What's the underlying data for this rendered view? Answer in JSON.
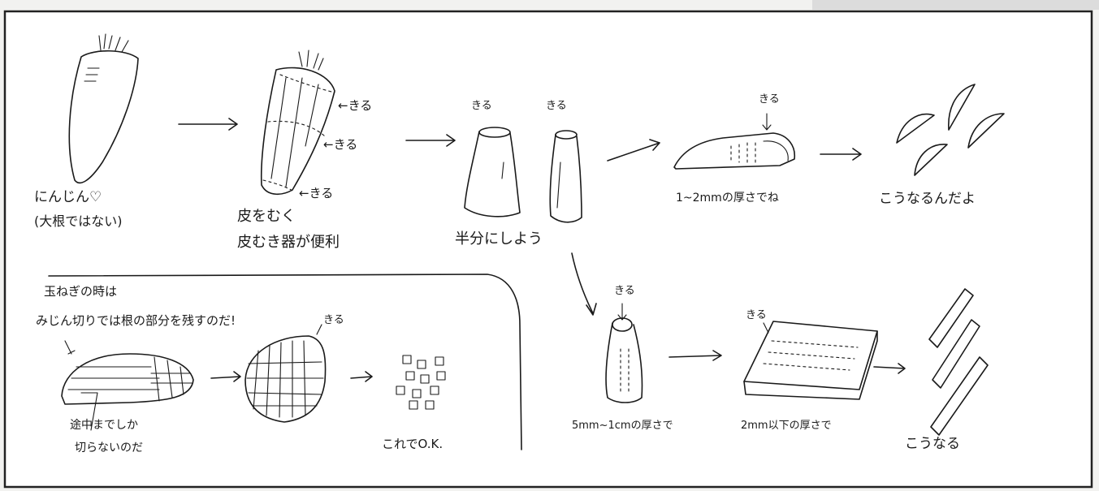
{
  "carrot": {
    "label": "にんじん♡",
    "note": "(大根ではない)"
  },
  "peel": {
    "line1": "皮をむく",
    "line2": "皮むき器が便利",
    "cut_labels": [
      "←きる",
      "←きる",
      "←きる"
    ]
  },
  "half": {
    "label": "半分にしよう",
    "cut_labels": [
      "きる",
      "きる"
    ]
  },
  "slice": {
    "cut_label": "きる",
    "thickness": "1~2mmの厚さでね"
  },
  "result_top": {
    "label": "こうなるんだよ"
  },
  "onion": {
    "heading_line1": "玉ねぎの時は",
    "heading_line2": "みじん切りでは根の部分を残すのだ!",
    "cut_label": "きる",
    "note_line1": "途中までしか",
    "note_line2": "切らないのだ",
    "result": "これでO.K."
  },
  "stick": {
    "cut_label": "きる",
    "thickness": "5mm~1cmの厚さで"
  },
  "plank": {
    "cut_label": "きる",
    "thickness": "2mm以下の厚さで"
  },
  "result_bottom": {
    "label": "こうなる"
  }
}
